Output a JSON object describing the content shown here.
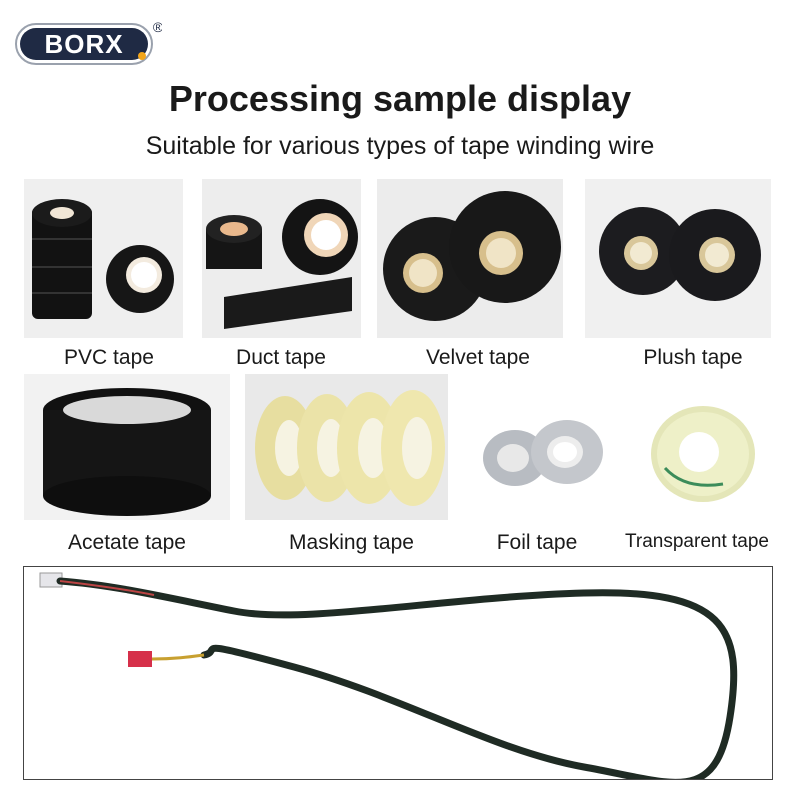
{
  "brand": {
    "logo_text": "BORX",
    "registered_mark": "®"
  },
  "header": {
    "title": "Processing sample display",
    "subtitle": "Suitable for various types of tape winding wire"
  },
  "samples": [
    {
      "label": "PVC tape"
    },
    {
      "label": "Duct tape"
    },
    {
      "label": "Velvet tape"
    },
    {
      "label": "Plush tape"
    },
    {
      "label": "Acetate tape"
    },
    {
      "label": "Masking tape"
    },
    {
      "label": "Foil tape"
    },
    {
      "label": "Transparent tape"
    }
  ],
  "colors": {
    "logo_bg": "#1f2a44",
    "logo_accent": "#f2a51a",
    "tape_black": "#141414",
    "masking": "#eee6a8"
  }
}
